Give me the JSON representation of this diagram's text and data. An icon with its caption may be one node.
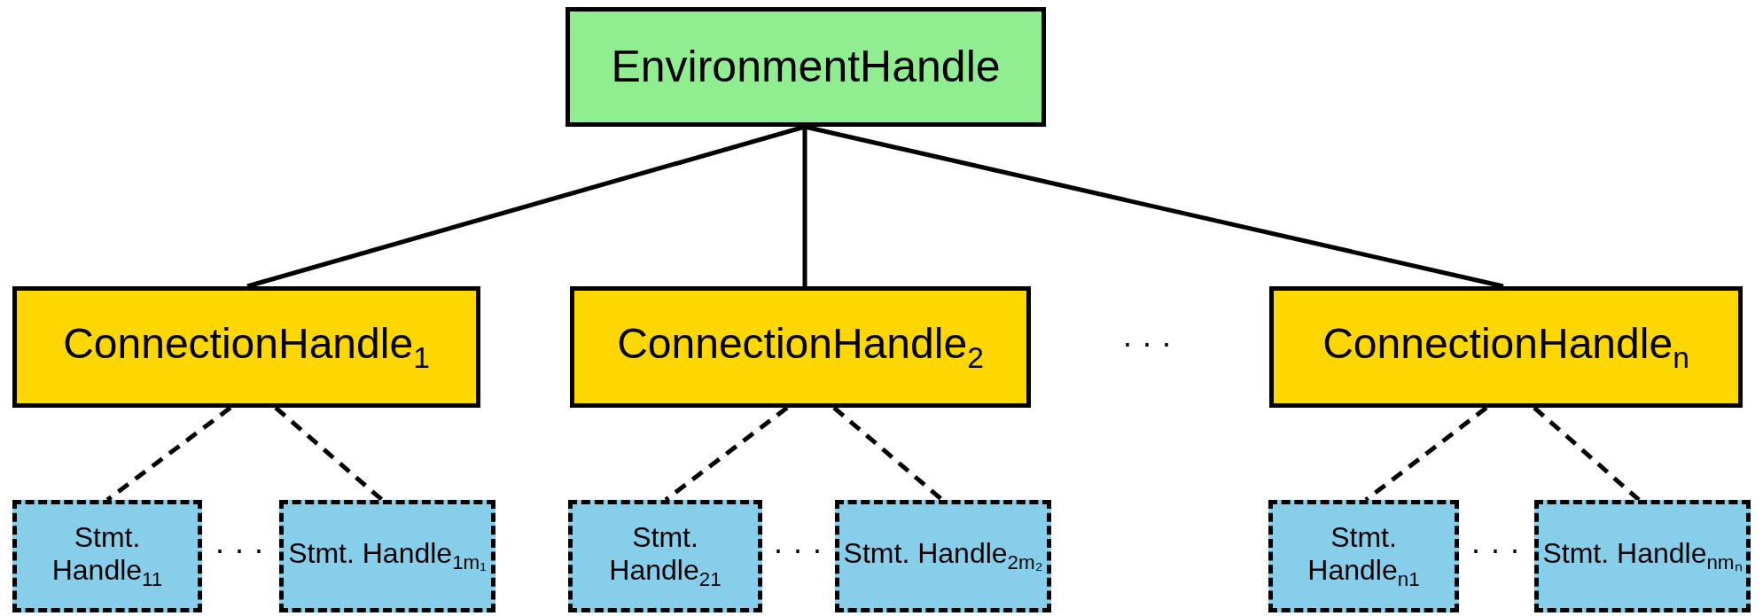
{
  "diagram": {
    "nodes": [
      {
        "text": [
          "EnvironmentHandle"
        ]
      },
      {
        "text": [
          "ConnectionHandle$_{1}$"
        ]
      },
      {
        "text": [
          "ConnectionHandle$_{2}$"
        ]
      },
      {
        "text": [
          "ConnectionHandle$_{n}$"
        ]
      },
      {
        "text": [
          "Stmt. Handle$_{11}$"
        ]
      },
      {
        "text": [
          "Stmt. Handle$_{1m₁}$"
        ]
      },
      {
        "text": [
          "Stmt. Handle$_{21}$"
        ]
      },
      {
        "text": [
          "Stmt. Handle$_{2m₂}$"
        ]
      },
      {
        "text": [
          "Stmt. Handle$_{n1}$"
        ]
      },
      {
        "text": [
          "Stmt. Handle$_{nmₙ}$"
        ]
      }
    ],
    "edges": [
      {
        "from": 0,
        "to": 1,
        "arrow": "none"
      },
      {
        "from": 0,
        "to": 2,
        "arrow": "none"
      },
      {
        "from": 0,
        "to": 3,
        "arrow": "none"
      },
      {
        "from": 1,
        "to": 4,
        "arrow": "none",
        "style": "dashed"
      },
      {
        "from": 1,
        "to": 5,
        "arrow": "none",
        "style": "dashed"
      },
      {
        "from": 2,
        "to": 6,
        "arrow": "none",
        "style": "dashed"
      },
      {
        "from": 2,
        "to": 7,
        "arrow": "none",
        "style": "dashed"
      },
      {
        "from": 3,
        "to": 8,
        "arrow": "none",
        "style": "dashed"
      },
      {
        "from": 3,
        "to": 9,
        "arrow": "none",
        "style": "dashed"
      }
    ],
    "labels": [
      "· · ·",
      "· · ·",
      "· · ·",
      "· · ·"
    ]
  }
}
